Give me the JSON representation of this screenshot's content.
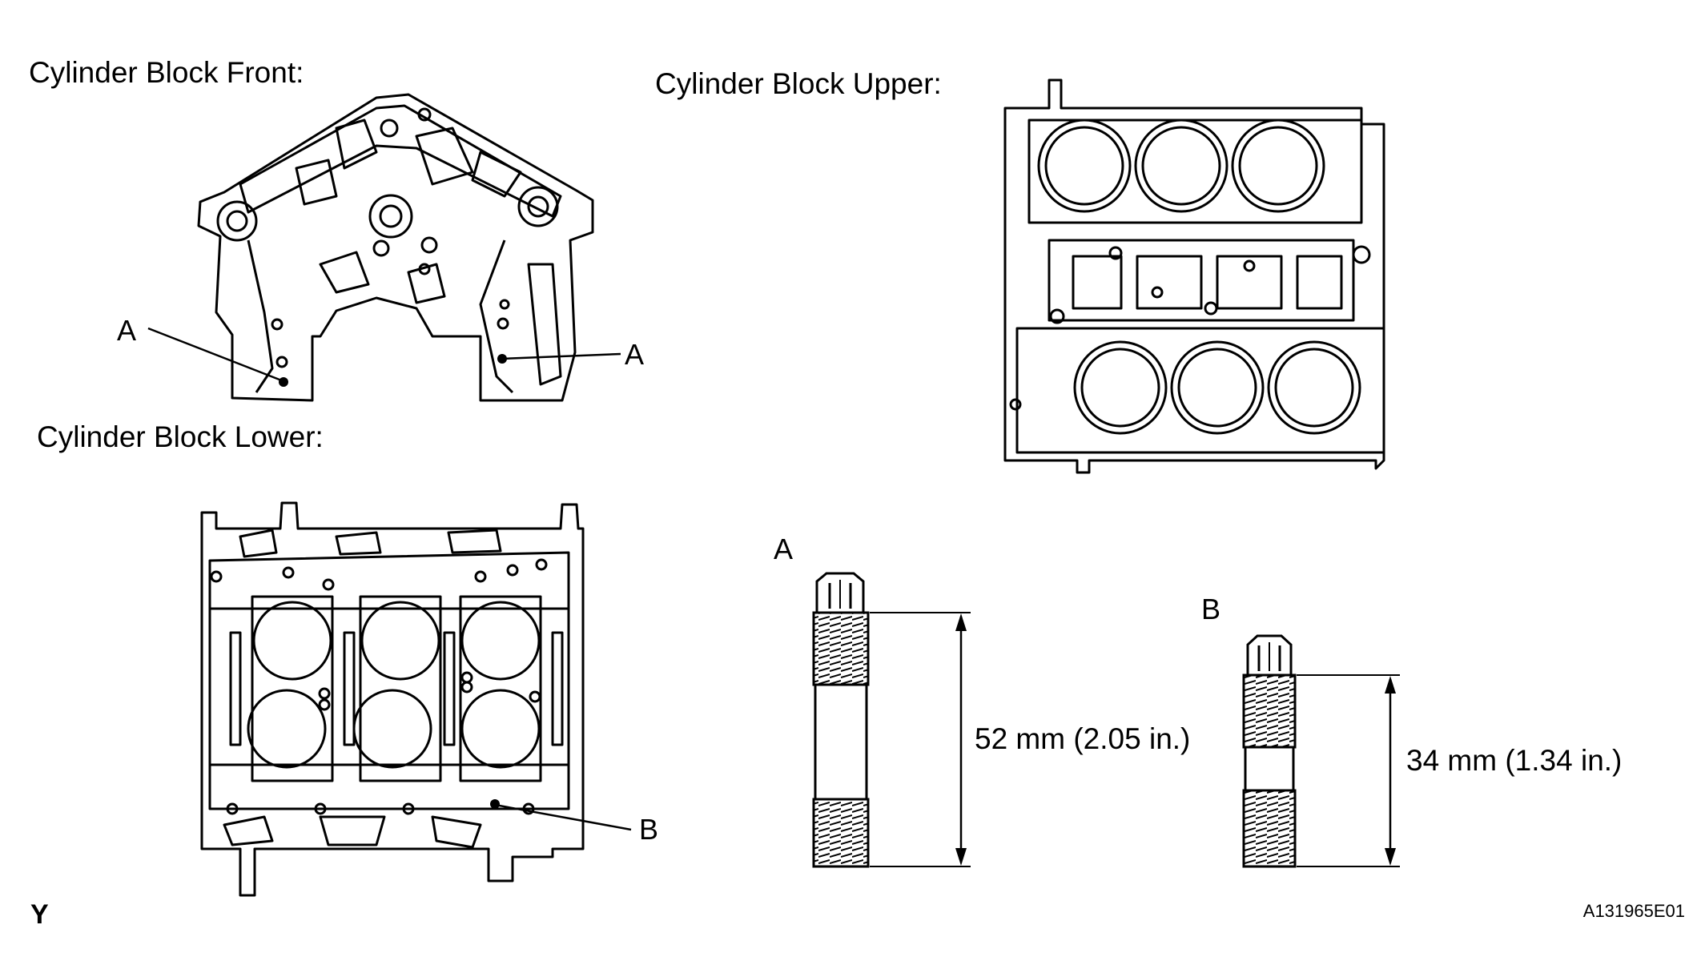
{
  "sections": {
    "front_title": "Cylinder Block Front:",
    "upper_title": "Cylinder Block Upper:",
    "lower_title": "Cylinder Block Lower:"
  },
  "callouts": {
    "front_left": "A",
    "front_right": "A",
    "lower": "B"
  },
  "studs": {
    "a": {
      "label": "A",
      "length": "52 mm (2.05 in.)"
    },
    "b": {
      "label": "B",
      "length": "34 mm (1.34 in.)"
    }
  },
  "corner_mark": "Y",
  "figure_code": "A131965E01"
}
